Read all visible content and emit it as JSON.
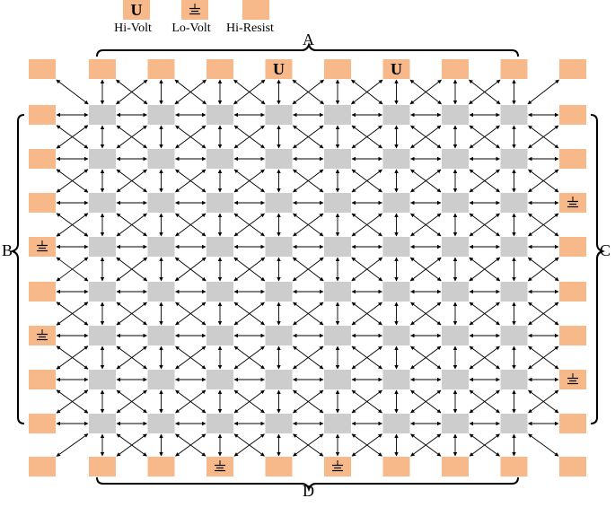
{
  "legend": {
    "hi_volt": {
      "symbol": "U",
      "label": "Hi-Volt"
    },
    "lo_volt": {
      "symbol": "ground-icon",
      "label": "Lo-Volt"
    },
    "hi_resist": {
      "label": "Hi-Resist"
    }
  },
  "sides": {
    "top": "A",
    "left": "B",
    "right": "C",
    "bottom": "D"
  },
  "colors": {
    "electrode": "#F7B98A",
    "node": "#CDCDCD",
    "line": "#000000"
  },
  "grid": {
    "rows": 8,
    "cols": 8
  },
  "electrodes": {
    "top": [
      "none",
      "none",
      "none",
      "U",
      "none",
      "U",
      "none",
      "none"
    ],
    "bottom": [
      "none",
      "none",
      "ground",
      "none",
      "ground",
      "none",
      "none",
      "none"
    ],
    "left": [
      "none",
      "none",
      "none",
      "ground",
      "none",
      "ground",
      "none",
      "none"
    ],
    "right": [
      "none",
      "none",
      "ground",
      "none",
      "none",
      "none",
      "ground",
      "none"
    ],
    "corners": [
      "none",
      "none",
      "none",
      "none"
    ]
  }
}
